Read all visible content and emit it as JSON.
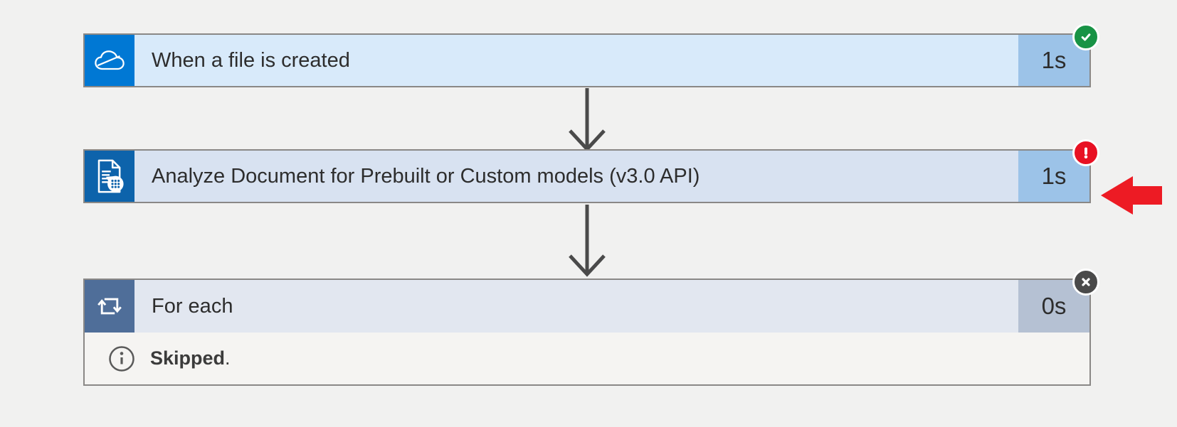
{
  "canvas": {
    "background_color": "#F1F1F0",
    "connector_color": "#4A4A4A",
    "card_border_color": "#8A8886"
  },
  "steps": [
    {
      "title": "When a file is created",
      "duration": "1s",
      "icon": "onedrive-cloud-icon",
      "badge_icon": "check-icon",
      "colors": {
        "icon_bg": "#0078D4",
        "body_bg": "#D8EAFA",
        "duration_bg": "#9CC3E8",
        "badge": "#189345"
      }
    },
    {
      "title": "Analyze Document for Prebuilt or Custom models (v3.0 API)",
      "duration": "1s",
      "icon": "document-analyze-icon",
      "badge_icon": "exclamation-icon",
      "colors": {
        "icon_bg": "#0D63AB",
        "body_bg": "#D8E2F1",
        "duration_bg": "#9CC3E8",
        "badge": "#E81123"
      }
    },
    {
      "title": "For each",
      "duration": "0s",
      "icon": "for-each-loop-icon",
      "badge_icon": "x-icon",
      "message": {
        "bold": "Skipped",
        "suffix": "."
      },
      "colors": {
        "icon_bg": "#4F6E99",
        "body_bg": "#E2E7F0",
        "duration_bg": "#B5C1D3",
        "badge": "#4A4A4A",
        "message_bg": "#F5F4F2"
      }
    }
  ],
  "annotation": {
    "shape": "left-pointing-arrow",
    "color": "#ED1B24"
  }
}
